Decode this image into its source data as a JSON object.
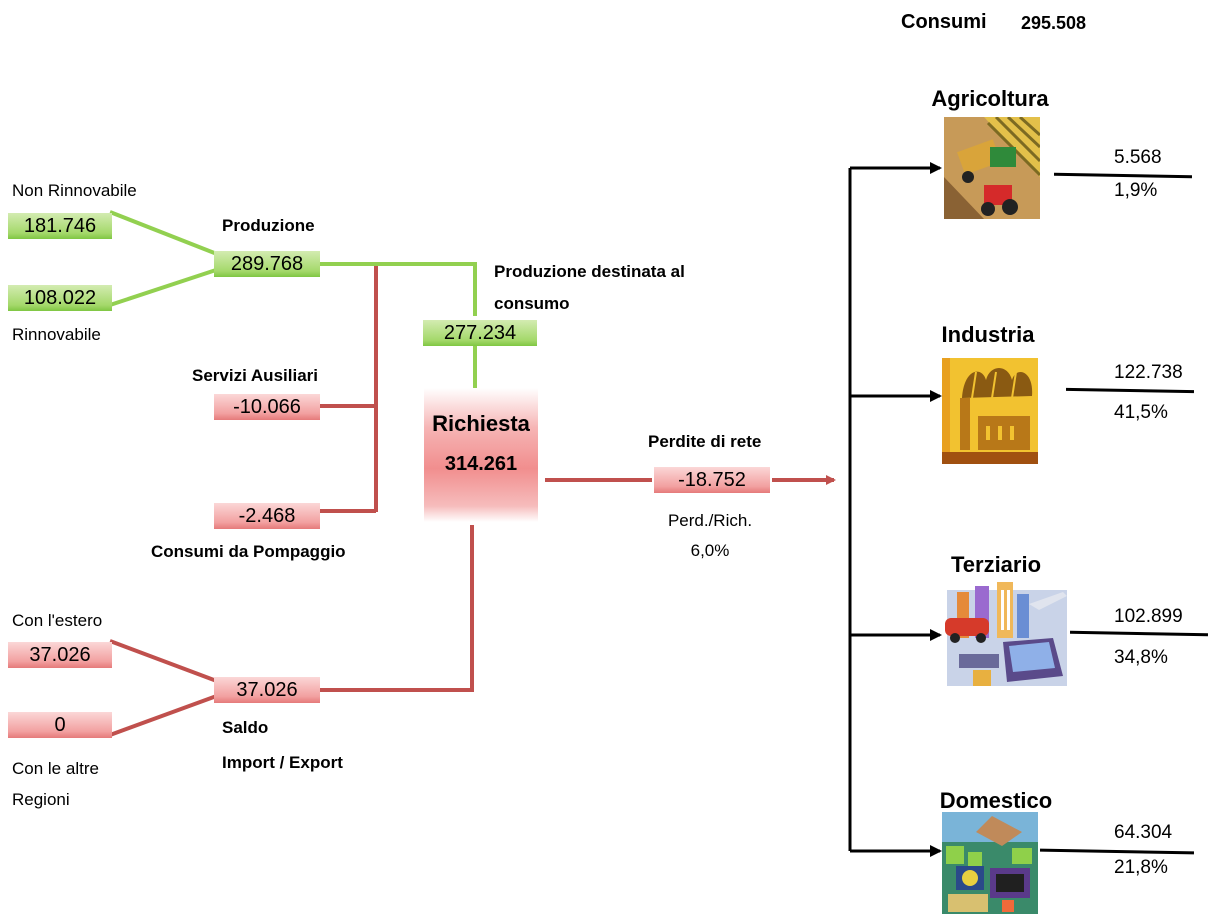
{
  "header": {
    "label": "Consumi",
    "value": "295.508"
  },
  "production": {
    "non_renewable": {
      "label": "Non Rinnovabile",
      "value": "181.746"
    },
    "renewable": {
      "label": "Rinnovabile",
      "value": "108.022"
    },
    "total": {
      "label": "Produzione",
      "value": "289.768"
    },
    "for_consumption": {
      "label_line1": "Produzione destinata al",
      "label_line2": "consumo",
      "value": "277.234"
    }
  },
  "auxiliary": {
    "label": "Servizi Ausiliari",
    "value": "-10.066"
  },
  "pumping": {
    "label": "Consumi da Pompaggio",
    "value": "-2.468"
  },
  "demand": {
    "label": "Richiesta",
    "value": "314.261"
  },
  "losses": {
    "label": "Perdite di rete",
    "value": "-18.752",
    "ratio_label": "Perd./Rich.",
    "ratio_value": "6,0%"
  },
  "exchange": {
    "foreign": {
      "label": "Con l'estero",
      "value": "37.026"
    },
    "regions": {
      "label_line1": "Con le altre",
      "label_line2": "Regioni",
      "value": "0"
    },
    "balance": {
      "label_line1": "Saldo",
      "label_line2": "Import / Export",
      "value": "37.026"
    }
  },
  "sectors": [
    {
      "name": "Agricoltura",
      "icon": "tractor-harvest-icon",
      "value": "5.568",
      "share": "1,9%"
    },
    {
      "name": "Industria",
      "icon": "factory-icon",
      "value": "122.738",
      "share": "41,5%"
    },
    {
      "name": "Terziario",
      "icon": "city-services-icon",
      "value": "102.899",
      "share": "34,8%"
    },
    {
      "name": "Domestico",
      "icon": "household-icon",
      "value": "64.304",
      "share": "21,8%"
    }
  ],
  "colors": {
    "green_line": "#92d050",
    "red_line": "#c0504d",
    "black_line": "#000000"
  }
}
